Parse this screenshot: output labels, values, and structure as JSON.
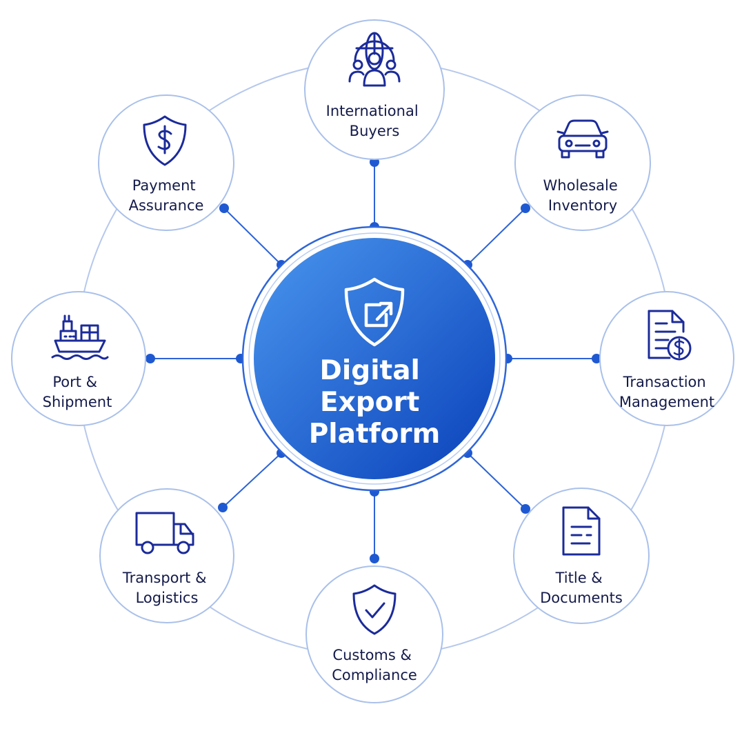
{
  "hub": {
    "title_lines": [
      "Digital",
      "Export",
      "Platform"
    ],
    "icon": "shield-external-link-icon"
  },
  "nodes": [
    {
      "id": "international-buyers",
      "label_lines": [
        "International",
        "Buyers"
      ],
      "icon": "globe-people-icon"
    },
    {
      "id": "wholesale-inventory",
      "label_lines": [
        "Wholesale",
        "Inventory"
      ],
      "icon": "car-icon"
    },
    {
      "id": "transaction-management",
      "label_lines": [
        "Transaction",
        "Management"
      ],
      "icon": "document-dollar-icon"
    },
    {
      "id": "title-documents",
      "label_lines": [
        "Title &",
        "Documents"
      ],
      "icon": "document-icon"
    },
    {
      "id": "customs-compliance",
      "label_lines": [
        "Customs &",
        "Compliance"
      ],
      "icon": "shield-check-icon"
    },
    {
      "id": "transport-logistics",
      "label_lines": [
        "Transport &",
        "Logistics"
      ],
      "icon": "truck-icon"
    },
    {
      "id": "port-shipment",
      "label_lines": [
        "Port &",
        "Shipment"
      ],
      "icon": "ship-icon"
    },
    {
      "id": "payment-assurance",
      "label_lines": [
        "Payment",
        "Assurance"
      ],
      "icon": "shield-dollar-icon"
    }
  ],
  "colors": {
    "hub_gradient_start": "#3f8fec",
    "hub_gradient_end": "#0a44bd",
    "accent": "#1f59d2",
    "icon": "#1b2b9a",
    "label": "#131a4a",
    "node_border": "#a9c0ea"
  }
}
